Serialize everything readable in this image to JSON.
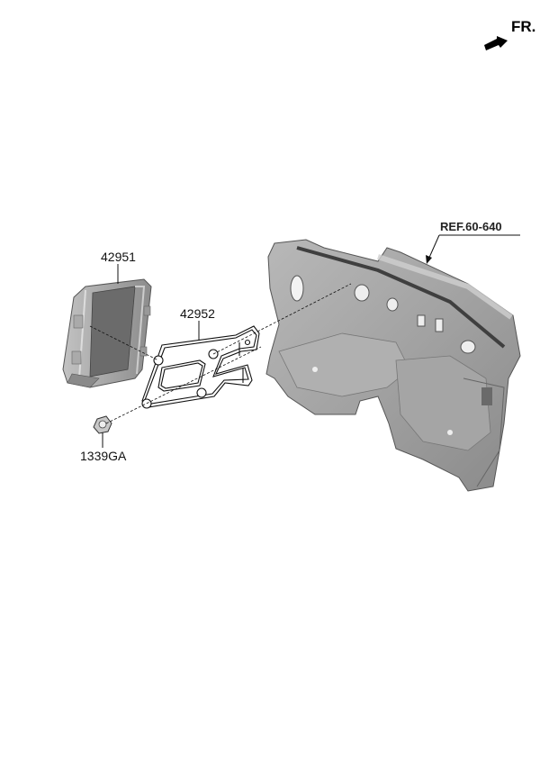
{
  "diagram": {
    "orientation": {
      "label": "FR.",
      "icon": "front-direction-arrow-icon"
    },
    "reference": {
      "label": "REF.60-640",
      "target": "dash-panel"
    },
    "parts": [
      {
        "id": "42951",
        "label": "42951",
        "name": "control unit module"
      },
      {
        "id": "42952",
        "label": "42952",
        "name": "mounting bracket"
      },
      {
        "id": "1339GA",
        "label": "1339GA",
        "name": "nut"
      }
    ],
    "colors": {
      "line": "#111111",
      "part_fill": "#9a9a9a",
      "part_dark": "#6f6f6f",
      "part_light": "#c4c4c4",
      "background": "#ffffff"
    }
  }
}
